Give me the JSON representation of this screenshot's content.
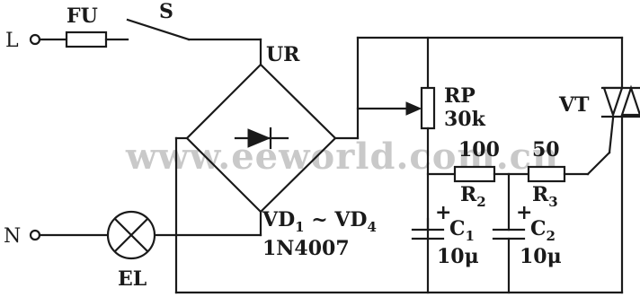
{
  "labels": {
    "line": "L",
    "neutral": "N",
    "fuse": "FU",
    "switch": "S",
    "bridge": "UR",
    "pot_name": "RP",
    "pot_value": "30k",
    "triac": "VT",
    "r2_value": "100",
    "r2_name": "R",
    "r2_sub": "2",
    "r3_value": "50",
    "r3_name": "R",
    "r3_sub": "3",
    "c1_plus": "+",
    "c1_name": "C",
    "c1_sub": "1",
    "c1_value": "10μ",
    "c2_plus": "+",
    "c2_name": "C",
    "c2_sub": "2",
    "c2_value": "10μ",
    "lamp": "EL",
    "diodes_a": "VD",
    "diodes_a_sub": "1",
    "diodes_tilde": " ~ VD",
    "diodes_b_sub": "4",
    "diode_part": "1N4007"
  },
  "watermark": "www.eeworld.com.cn",
  "colors": {
    "ink": "#1a1a1a",
    "watermark": "#c9c9c9",
    "background": "#ffffff"
  }
}
